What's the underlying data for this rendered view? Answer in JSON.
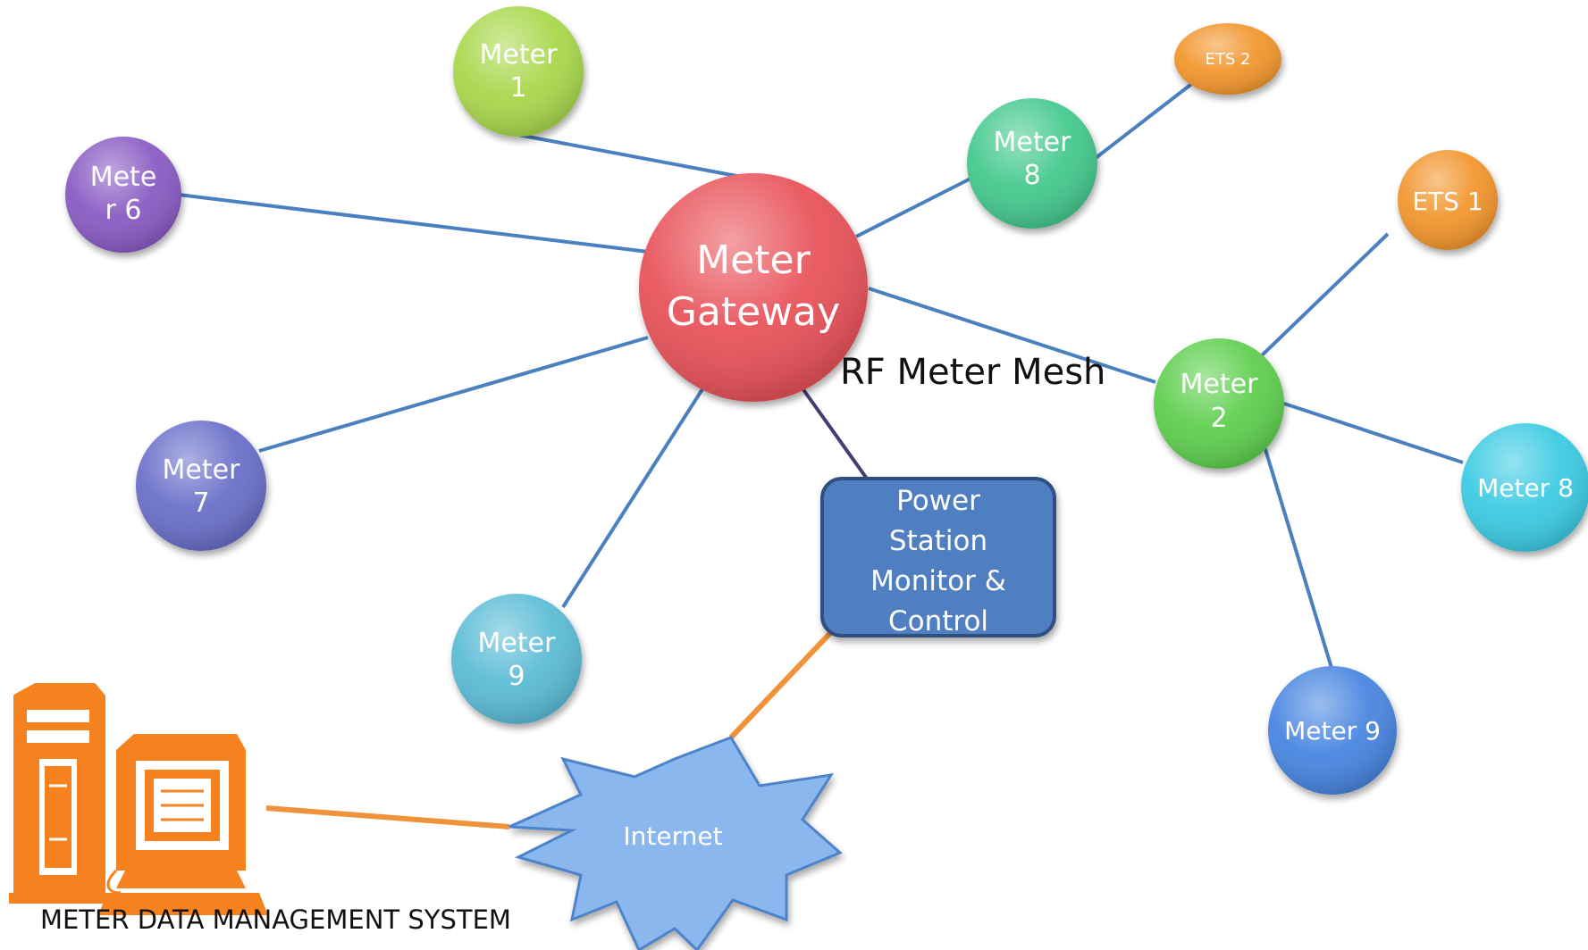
{
  "nodes": {
    "gateway": {
      "lines": [
        "Meter",
        "Gateway"
      ],
      "color": "#e8535a"
    },
    "meter_1": {
      "lines": [
        "Meter",
        "1"
      ],
      "color": "#a9d84e"
    },
    "meter_6": {
      "lines": [
        "Mete",
        "r 6"
      ],
      "color": "#8a5bc4"
    },
    "meter_7": {
      "lines": [
        "Meter",
        "7"
      ],
      "color": "#6a6fc9"
    },
    "meter_9_left": {
      "lines": [
        "Meter",
        "9"
      ],
      "color": "#5cbcd6"
    },
    "meter_8_top": {
      "lines": [
        "Meter",
        "8"
      ],
      "color": "#45c98e"
    },
    "ets_2": {
      "lines": [
        "ETS 2"
      ],
      "color": "#f2962f"
    },
    "ets_1": {
      "lines": [
        "ETS 1"
      ],
      "color": "#f2962f"
    },
    "meter_2": {
      "lines": [
        "Meter",
        "2"
      ],
      "color": "#5fcf50"
    },
    "meter_8_right": {
      "lines": [
        "Meter 8"
      ],
      "color": "#3ccbe3"
    },
    "meter_9_bottom": {
      "lines": [
        "Meter 9"
      ],
      "color": "#4a86e0"
    },
    "power_station": {
      "lines": [
        "Power",
        "Station",
        "Monitor &",
        "Control"
      ],
      "color": "#4f7fc0"
    },
    "internet": {
      "lines": [
        "Internet"
      ],
      "color": "#8ab8ee"
    }
  },
  "labels": {
    "mesh_title": "RF Meter Mesh",
    "mdms_caption": "METER DATA MANAGEMENT SYSTEM"
  },
  "colors": {
    "mesh_link": "#4a7fc0",
    "control_link": "#4b3a72",
    "internet_link": "#f0923a",
    "computer": "#f5821f"
  }
}
